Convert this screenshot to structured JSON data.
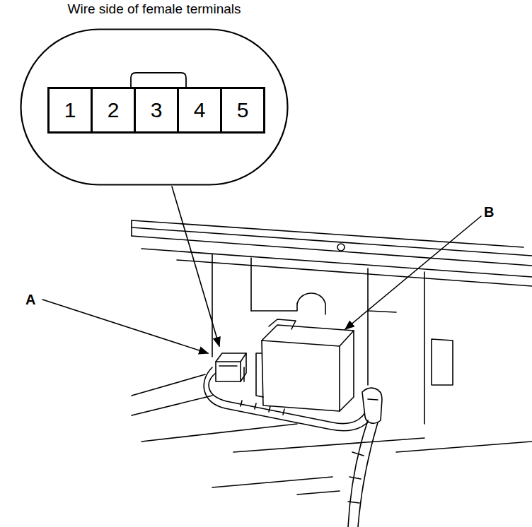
{
  "diagram": {
    "nodes": [
      {
        "text": [
          "Wire side of female terminals"
        ]
      },
      {
        "text": [
          "1"
        ],
        "in": 0
      },
      {
        "text": [
          "2"
        ],
        "in": 0
      },
      {
        "text": [
          "3"
        ],
        "in": 0
      },
      {
        "text": [
          "4"
        ],
        "in": 0
      },
      {
        "text": [
          "5"
        ],
        "in": 0
      }
    ],
    "labels": [
      "A",
      "B"
    ]
  }
}
